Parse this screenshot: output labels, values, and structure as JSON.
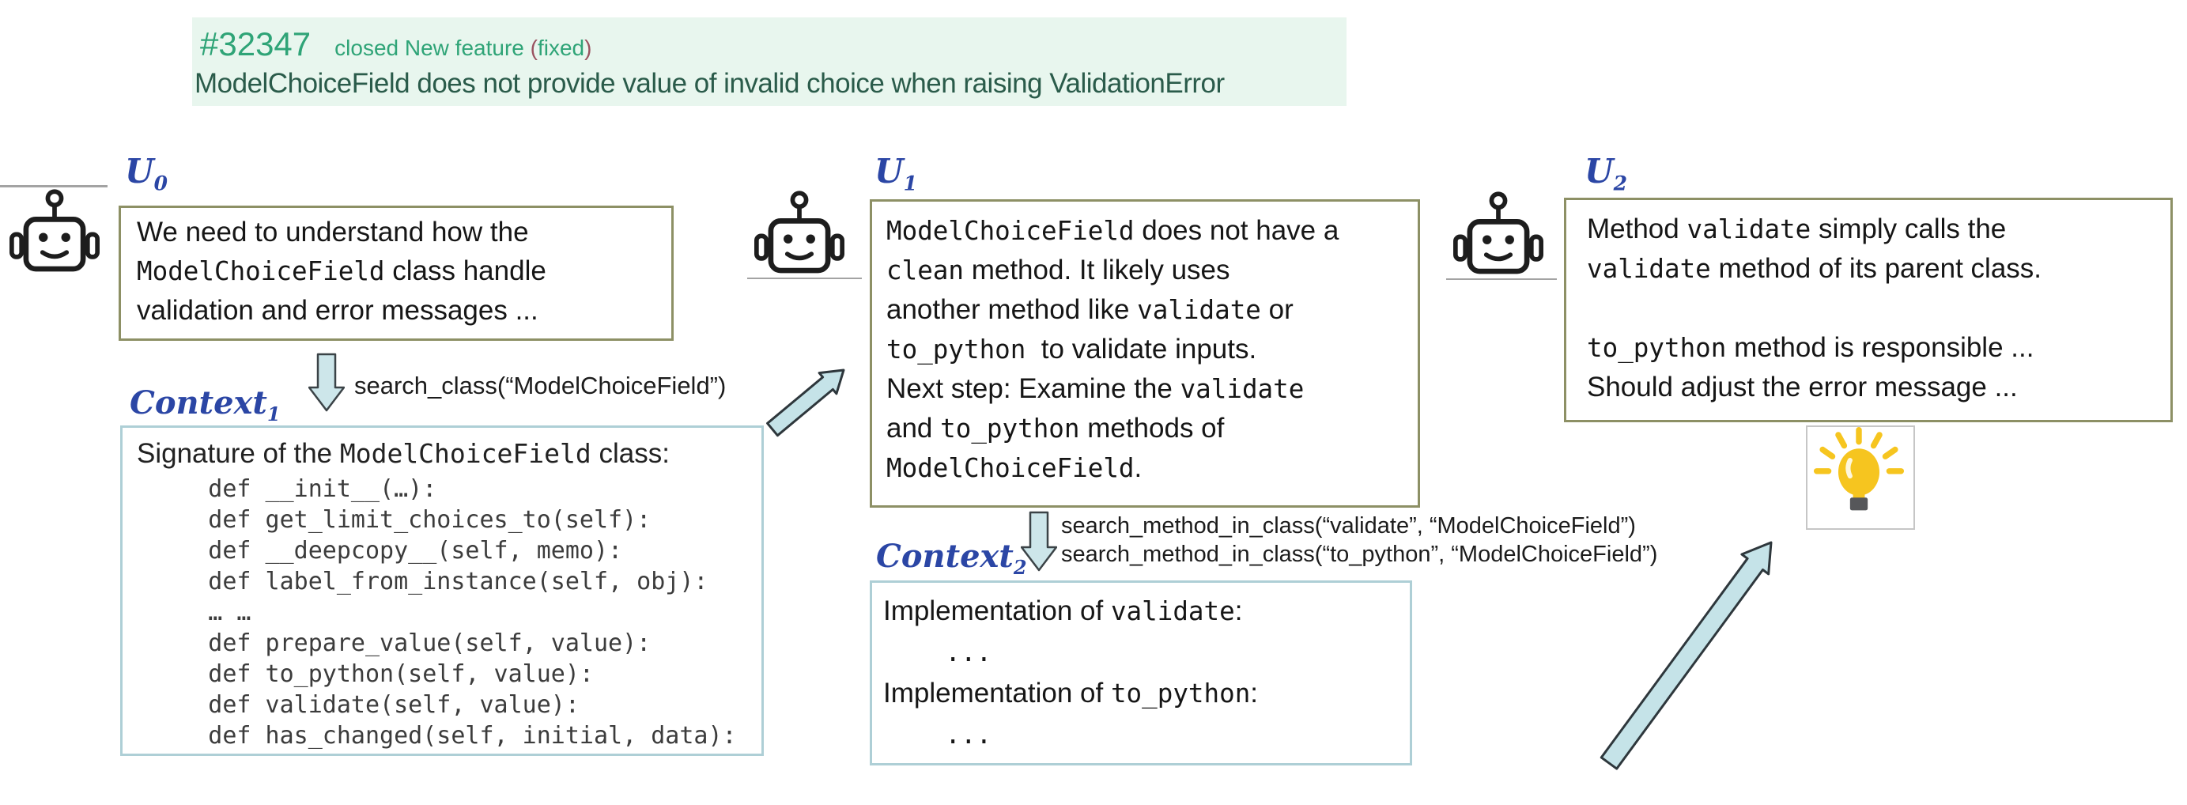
{
  "issue": {
    "id": "#32347",
    "status": "closed New feature",
    "paren_open": "(",
    "resolution": "fixed",
    "paren_close": ")",
    "title": "ModelChoiceField does not provide value of invalid choice when raising ValidationError"
  },
  "agents": {
    "u0": {
      "label": "U",
      "sub": "0",
      "lines": [
        [
          {
            "t": "We need to understand how the"
          }
        ],
        [
          {
            "t": "ModelChoiceField",
            "m": true
          },
          {
            "t": " class handle"
          }
        ],
        [
          {
            "t": "validation and error messages ..."
          }
        ]
      ]
    },
    "u1": {
      "label": "U",
      "sub": "1",
      "lines": [
        [
          {
            "t": "ModelChoiceField",
            "m": true
          },
          {
            "t": " does not have a"
          }
        ],
        [
          {
            "t": "clean",
            "m": true
          },
          {
            "t": " method. It likely uses"
          }
        ],
        [
          {
            "t": "another method like "
          },
          {
            "t": "validate",
            "m": true
          },
          {
            "t": " or"
          }
        ],
        [
          {
            "t": "to_python",
            "m": true
          },
          {
            "t": "  to validate inputs."
          }
        ],
        [
          {
            "t": "Next step: Examine the "
          },
          {
            "t": "validate",
            "m": true
          }
        ],
        [
          {
            "t": "and "
          },
          {
            "t": "to_python",
            "m": true
          },
          {
            "t": " methods of"
          }
        ],
        [
          {
            "t": "ModelChoiceField",
            "m": true
          },
          {
            "t": "."
          }
        ]
      ]
    },
    "u2": {
      "label": "U",
      "sub": "2",
      "lines": [
        [
          {
            "t": "Method "
          },
          {
            "t": "validate",
            "m": true
          },
          {
            "t": " simply calls the"
          }
        ],
        [
          {
            "t": "validate",
            "m": true
          },
          {
            "t": " method of its parent class."
          }
        ],
        [],
        [
          {
            "t": "to_python",
            "m": true
          },
          {
            "t": " method is responsible ..."
          }
        ],
        [
          {
            "t": "Should adjust the error message ..."
          }
        ]
      ]
    }
  },
  "contexts": {
    "c1": {
      "label": "Context",
      "sub": "1",
      "lines": [
        [
          {
            "t": "Signature of the "
          },
          {
            "t": "ModelChoiceField",
            "m": true
          },
          {
            "t": " class:"
          }
        ],
        [
          {
            "t": "     def __init__(…):",
            "m": true
          }
        ],
        [
          {
            "t": "     def get_limit_choices_to(self):",
            "m": true
          }
        ],
        [
          {
            "t": "     def __deepcopy__(self, memo):",
            "m": true
          }
        ],
        [
          {
            "t": "     def label_from_instance(self, obj):",
            "m": true
          }
        ],
        [
          {
            "t": "     … …",
            "m": true
          }
        ],
        [
          {
            "t": "     def prepare_value(self, value):",
            "m": true
          }
        ],
        [
          {
            "t": "     def to_python(self, value):",
            "m": true
          }
        ],
        [
          {
            "t": "     def validate(self, value):",
            "m": true
          }
        ],
        [
          {
            "t": "     def has_changed(self, initial, data):",
            "m": true
          }
        ]
      ]
    },
    "c2": {
      "label": "Context",
      "sub": "2",
      "lines": [
        [
          {
            "t": "Implementation of "
          },
          {
            "t": "validate",
            "m": true
          },
          {
            "t": ":"
          }
        ],
        [
          {
            "t": "    ...",
            "m": true
          }
        ],
        [
          {
            "t": "Implementation of "
          },
          {
            "t": "to_python",
            "m": true
          },
          {
            "t": ":"
          }
        ],
        [
          {
            "t": "    ...",
            "m": true
          }
        ]
      ]
    }
  },
  "actions": {
    "a1": {
      "lines": [
        "search_class(“ModelChoiceField”)"
      ]
    },
    "a2": {
      "lines": [
        "search_method_in_class(“validate”, “ModelChoiceField”)",
        "search_method_in_class(“to_python”, “ModelChoiceField”)"
      ]
    }
  },
  "icons": {
    "robot": "robot-icon",
    "lightbulb": "lightbulb-icon",
    "arrow_down": "arrow-down-icon",
    "flow_arrow": "flow-arrow-icon"
  },
  "colors": {
    "label_blue": "#2b46a5",
    "issue_green": "#2fa477",
    "issue_title_green": "#2a5b4a",
    "maroon": "#9a5260",
    "bubble_border_olive": "#8d9065",
    "context_border_teal": "#aecfd6",
    "arrow_fill": "#c9e5e9",
    "bulb_yellow": "#f6c51f",
    "header_bg": "#e8f6ee"
  }
}
